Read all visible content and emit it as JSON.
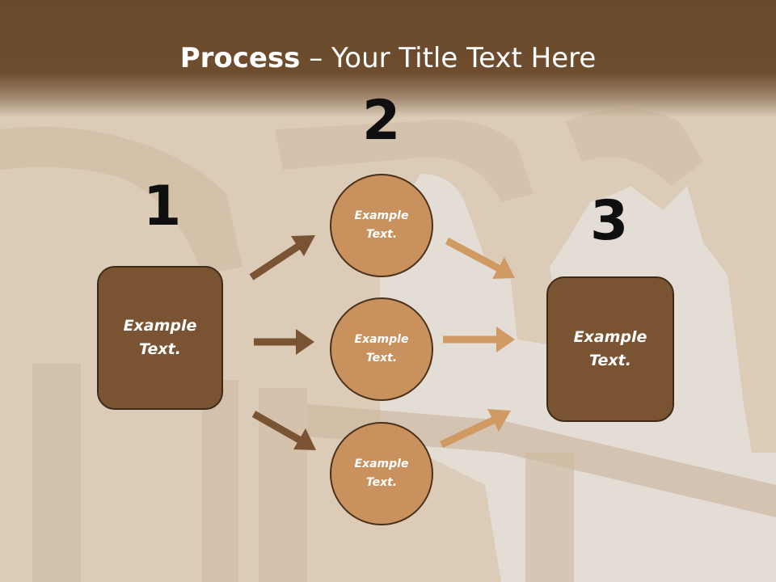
{
  "slide": {
    "title_bold": "Process",
    "title_rest": " – Your Title Text Here"
  },
  "steps": {
    "one": "1",
    "two": "2",
    "three": "3"
  },
  "left_box": {
    "label": "Example\nText."
  },
  "right_box": {
    "label": "Example\nText."
  },
  "circles": [
    {
      "label": "Example\nText."
    },
    {
      "label": "Example\nText."
    },
    {
      "label": "Example\nText."
    }
  ],
  "colors": {
    "header": "#6b4a2b",
    "box": "#7a5432",
    "circle": "#c9915e",
    "arrow_dark": "#7a5432",
    "arrow_light": "#d09a63"
  }
}
